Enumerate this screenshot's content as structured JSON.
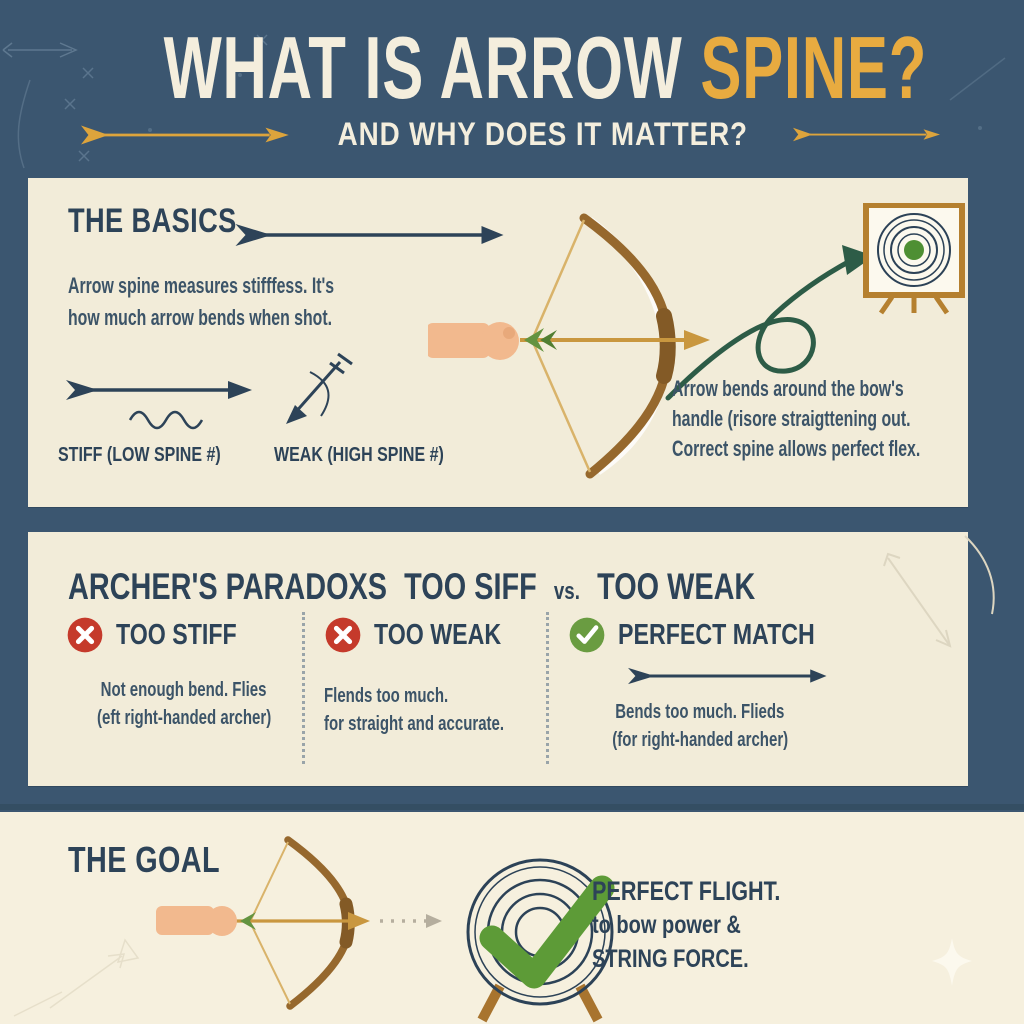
{
  "header": {
    "title_main": "WHAT IS ARROW ",
    "title_accent": "SPINE?",
    "subtitle": "AND WHY DOES IT MATTER?"
  },
  "basics": {
    "heading": "THE BASICS",
    "intro": {
      "line1": "Arrow spine measures stifffess. It's",
      "line2": "how much arrow bends when shot."
    },
    "stiff_label": "STIFF (LOW SPINE #)",
    "weak_label": "WEAK (HIGH SPINE #)",
    "note": {
      "line1": "Arrow bends around the bow's",
      "line2": "handle (risore straigttening out.",
      "line3": "Correct spine allows perfect flex."
    }
  },
  "paradox": {
    "heading_main": "ARCHER'S PARADOXS",
    "heading_sub1": "TOO SIFF",
    "heading_vs": "vs.",
    "heading_sub2": "TOO WEAK",
    "columns": [
      {
        "icon": "x-circle",
        "title": "TOO STIFF",
        "line1": "Not enough bend. Flies",
        "line2": "(eft right-handed archer)"
      },
      {
        "icon": "x-circle",
        "title": "TOO WEAK",
        "line1": "Flends too much.",
        "line2": "for straight and accurate."
      },
      {
        "icon": "check-circle",
        "title": "PERFECT MATCH",
        "line1": "Bends too much. Flieds",
        "line2": "(for right-handed archer)"
      }
    ]
  },
  "goal": {
    "heading": "THE GOAL",
    "line1": "PERFECT FLIGHT.",
    "line2": "to bow power &",
    "line3": "STRING FORCE."
  },
  "icons": {
    "decorative": [
      "gold-arrow",
      "navy-arrow",
      "stiff-arrow",
      "weak-arrow",
      "bow-and-hand",
      "target",
      "flight-loop",
      "x-circle",
      "check-circle",
      "dotted-flight",
      "sparkle"
    ]
  },
  "colors": {
    "background_navy": "#3b5670",
    "panel_cream": "#f2ecd9",
    "goal_cream": "#f6f0de",
    "accent_gold": "#e8ab40",
    "ink_navy": "#2d4358",
    "error_red": "#c53a2b",
    "success_green": "#6a9c41",
    "flight_green": "#2d5c47",
    "bow_brown": "#96682d"
  }
}
